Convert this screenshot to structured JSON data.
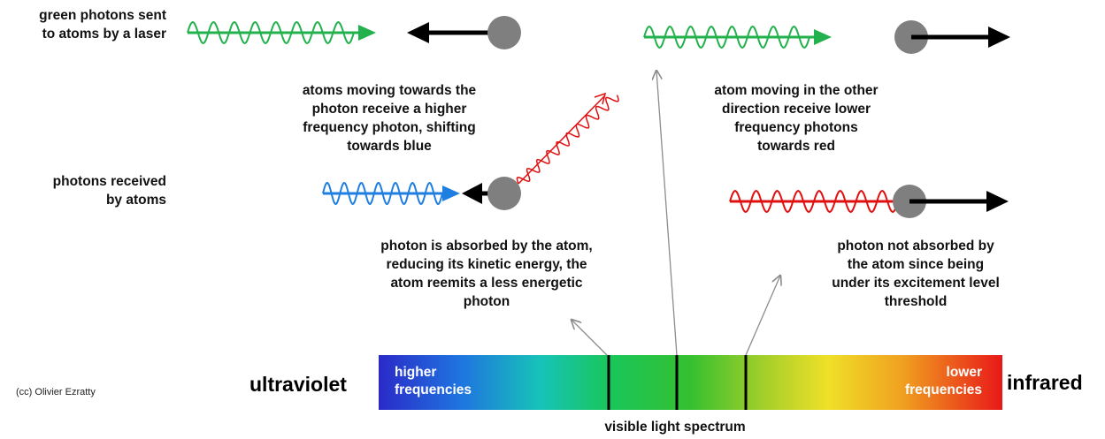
{
  "labels": {
    "green_sent": "green photons sent\nto atoms by a laser",
    "photons_received": "photons received\nby atoms",
    "towards_blue": "atoms moving towards the\nphoton receive a higher\nfrequency photon, shifting\ntowards blue",
    "towards_red": "atom moving in the other\ndirection receive lower\nfrequency photons\ntowards red",
    "absorbed": "photon is absorbed by the atom,\nreducing its kinetic energy, the\natom reemits a less energetic\nphoton",
    "not_absorbed": "photon not absorbed by\nthe atom since being\nunder its excitement level\nthreshold"
  },
  "spectrum": {
    "left_end": "ultraviolet",
    "right_end": "infrared",
    "higher": "higher\nfrequencies",
    "lower": "lower\nfrequencies",
    "caption": "visible light spectrum"
  },
  "credit": "(cc) Olivier Ezratty",
  "colors": {
    "green_photon": "#22b14c",
    "blue_photon": "#1e7fe0",
    "red_photon": "#e01010",
    "atom": "#7f7f7f",
    "arrow": "#000000",
    "pointer": "#8c8c8c"
  }
}
